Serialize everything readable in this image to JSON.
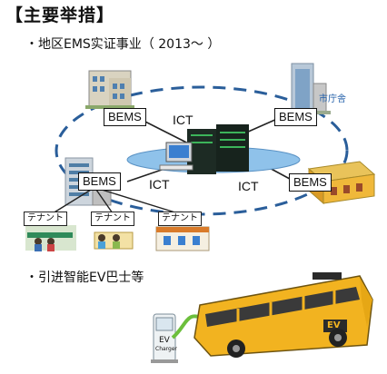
{
  "heading": "【主要举措】",
  "bullet_ems": "・地区EMS实证事业（ 2013～ ）",
  "bullet_ev": "・引进智能EV巴士等",
  "bems_label": "BEMS",
  "ict_label": "ICT",
  "tenant_label": "テナント",
  "city_hall_label": "市庁舎",
  "bus_badge": "EV",
  "charger_label": "EV",
  "charger_sub": "Charger",
  "colors": {
    "bus_yellow": "#f2b320",
    "ellipse_blue": "#2a5e9a",
    "screen_blue": "#3a7fd0"
  }
}
